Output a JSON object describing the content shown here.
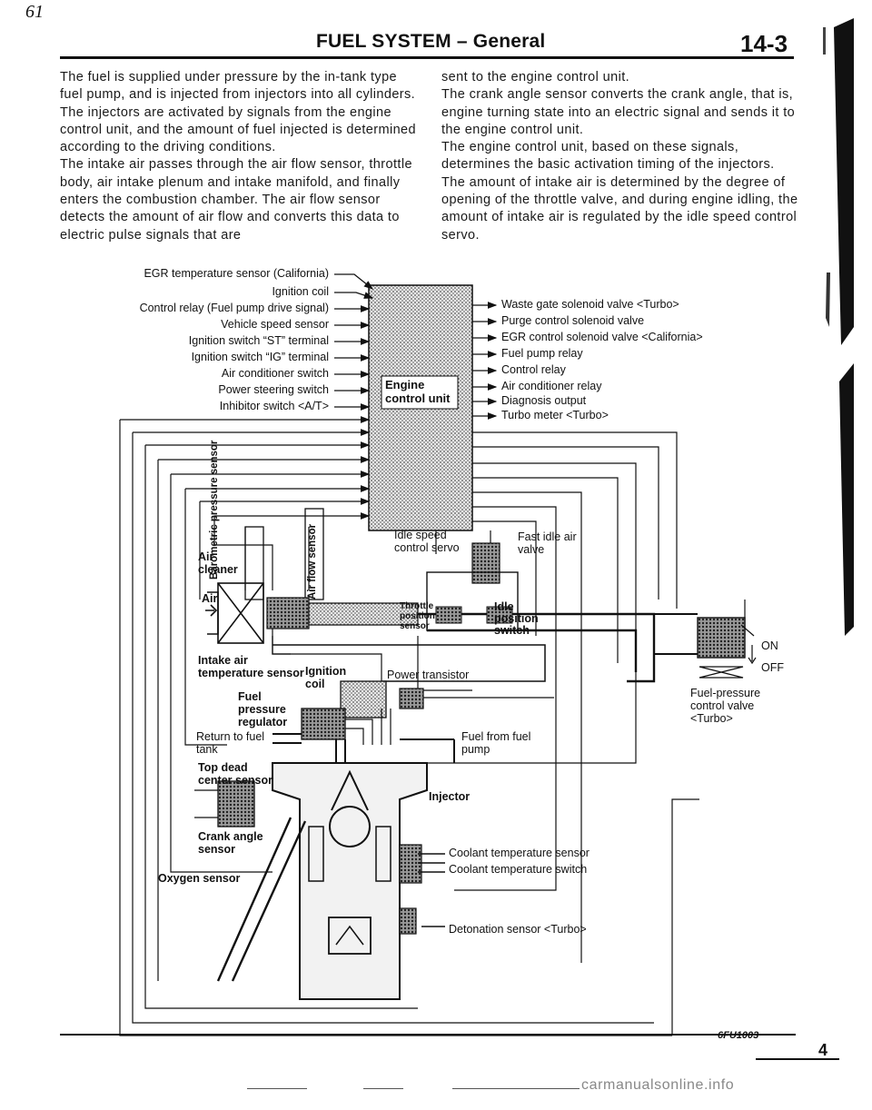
{
  "header": {
    "page_mark": "61",
    "title": "FUEL SYSTEM – General",
    "section_number": "14-3"
  },
  "body": {
    "left_paragraphs": [
      "The fuel is supplied under pressure by the in-tank type fuel pump, and is injected from injectors into all cylinders. The injectors are activated by signals from the engine control unit, and the amount of fuel injected is determined according to the driving conditions.",
      "The intake air passes through the air flow sensor, throttle body, air intake plenum and intake manifold, and finally enters the combustion chamber. The air flow sensor detects the amount of air flow and converts this data to electric pulse signals that are"
    ],
    "right_paragraphs": [
      "sent to the engine control unit.",
      "The crank angle sensor converts the crank angle, that is, engine turning state into an electric signal and sends it to the engine control unit.",
      "The engine control unit, based on these signals, determines the basic activation timing of the injectors. The amount of intake air is determined by the degree of opening of the throttle valve, and during engine idling, the amount of intake air is regulated by the idle speed control servo."
    ]
  },
  "diagram": {
    "ecu_label": "Engine control unit",
    "inputs": [
      "EGR temperature sensor (California)",
      "Ignition coil",
      "Control relay (Fuel pump drive signal)",
      "Vehicle speed sensor",
      "Ignition switch “ST” terminal",
      "Ignition switch “IG” terminal",
      "Air conditioner switch",
      "Power steering switch",
      "Inhibitor switch <A/T>"
    ],
    "outputs": [
      "Waste gate solenoid valve <Turbo>",
      "Purge control solenoid valve",
      "EGR control solenoid valve <California>",
      "Fuel pump relay",
      "Control relay",
      "Air conditioner relay",
      "Diagnosis output",
      "Turbo meter <Turbo>"
    ],
    "labels": {
      "barometric": "Barometric pressure sensor",
      "air_flow": "Air flow sensor",
      "air_cleaner": "Air cleaner",
      "air": "Air",
      "idle_servo": "Idle speed control servo",
      "fast_idle": "Fast idle air valve",
      "throttle_sensor": "Throttle position sensor",
      "idle_switch": "Idle position switch",
      "intake_temp": "Intake air temperature sensor",
      "ignition_coil": "Ignition coil",
      "power_transistor": "Power transistor",
      "on": "ON",
      "off": "OFF",
      "fuel_pressure_valve": "Fuel-pressure control valve <Turbo>",
      "regulator": "Fuel pressure regulator",
      "return_tank": "Return to fuel tank",
      "fuel_from_pump": "Fuel from fuel pump",
      "tdc_sensor": "Top dead center sensor",
      "injector": "Injector",
      "crank_sensor": "Crank angle sensor",
      "oxygen_sensor": "Oxygen sensor",
      "coolant_sensor": "Coolant temperature sensor",
      "coolant_switch": "Coolant temperature switch",
      "detonation": "Detonation sensor <Turbo>"
    },
    "figure_code": "6FU1003"
  },
  "footer": {
    "page_number": "4",
    "watermark": "carmanualsonline.info"
  }
}
